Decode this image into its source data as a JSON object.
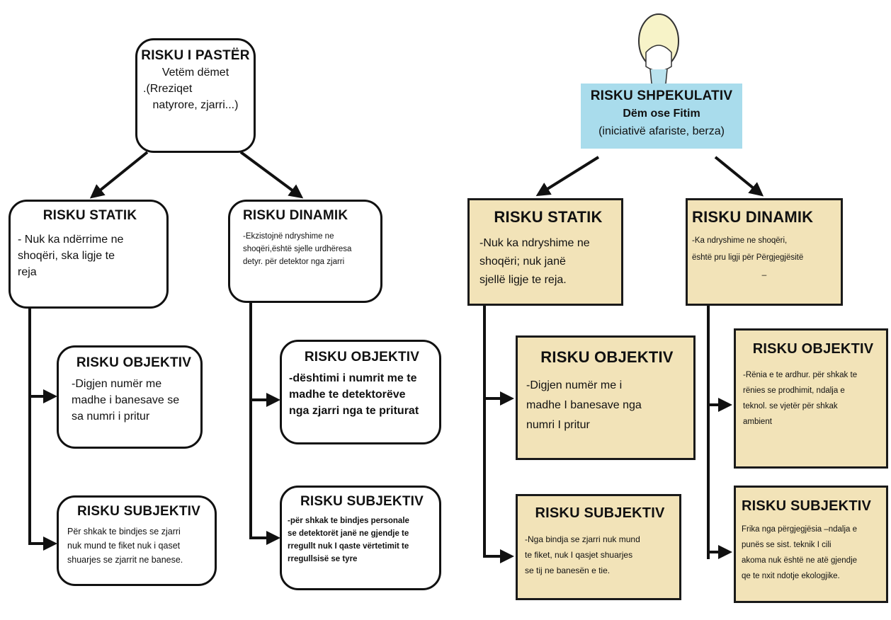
{
  "left": {
    "pure": {
      "title": "RISKU I PASTËR",
      "line1": "Vetëm dëmet",
      "line2": ".(Rreziqet",
      "line3": "natyrore, zjarri...)"
    },
    "static": {
      "title": "RISKU STATIK",
      "line1": "- Nuk ka ndërrime ne",
      "line2": "shoqëri, ska ligje te",
      "line3": "reja"
    },
    "dynamic": {
      "title": "RISKU DINAMIK",
      "line1": "-Ekzistojnë ndryshime ne",
      "line2": "shoqëri,është sjelle urdhëresa",
      "line3": "detyr. për detektor nga zjarri"
    },
    "static_objective": {
      "title": "RISKU OBJEKTIV",
      "line1": "-Digjen numër me",
      "line2": "madhe i banesave se",
      "line3": "sa numri i pritur"
    },
    "static_subjective": {
      "title": "RISKU SUBJEKTIV",
      "line1": "Për shkak te bindjes se zjarri",
      "line2": "nuk mund te fiket nuk i qaset",
      "line3": "shuarjes  se zjarrit ne banese."
    },
    "dynamic_objective": {
      "title": "RISKU OBJEKTIV",
      "line1": "-dështimi i numrit me te",
      "line2": "madhe te detektorëve",
      "line3": "nga zjarri nga te priturat"
    },
    "dynamic_subjective": {
      "title": "RISKU SUBJEKTIV",
      "line1": "-për shkak te bindjes personale",
      "line2": "se detektorët janë ne gjendje te",
      "line3": "rregullt nuk I qaste vërtetimit te",
      "line4": "rregullsisë se tyre"
    }
  },
  "right": {
    "speculative": {
      "title": "RISKU SHPEKULATIV",
      "line1": "Dëm ose Fitim",
      "line2": "(iniciativë afariste, berza)"
    },
    "static": {
      "title": "RISKU STATIK",
      "line1": "-Nuk ka ndryshime ne",
      "line2": "shoqëri; nuk janë",
      "line3": "sjellë ligje te reja."
    },
    "dynamic": {
      "title": "RISKU DINAMIK",
      "line1": "-Ka ndryshime ne shoqëri,",
      "line2": "është pru ligji për Përgjegjësitë",
      "line3": "_"
    },
    "static_objective": {
      "title": "RISKU OBJEKTIV",
      "line1": "-Digjen numër me i",
      "line2": "madhe I banesave nga",
      "line3": "numri I pritur"
    },
    "static_subjective": {
      "title": "RISKU SUBJEKTIV",
      "line1": "-Nga bindja se zjarri nuk mund",
      "line2": "te fiket, nuk I qasjet shuarjes",
      "line3": "se tij ne banesën e tie."
    },
    "dynamic_objective": {
      "title": "RISKU OBJEKTIV",
      "line1": "-Rënia e te ardhur. për shkak te",
      "line2": "rënies se prodhimit, ndalja e",
      "line3": "teknol. se vjetër për shkak",
      "line4": "ambient"
    },
    "dynamic_subjective": {
      "title": "RISKU SUBJEKTIV",
      "line1": "Frika nga përgjegjësia –ndalja e",
      "line2": "punës se sist. teknik I cili",
      "line3": "akoma nuk është ne atë gjendje",
      "line4": "qe te nxit ndotje ekologjike."
    }
  },
  "colors": {
    "tan": "#f2e3b8",
    "blue": "#a9dcec",
    "line": "#111111"
  },
  "icons": [
    "head-silhouette-icon"
  ]
}
